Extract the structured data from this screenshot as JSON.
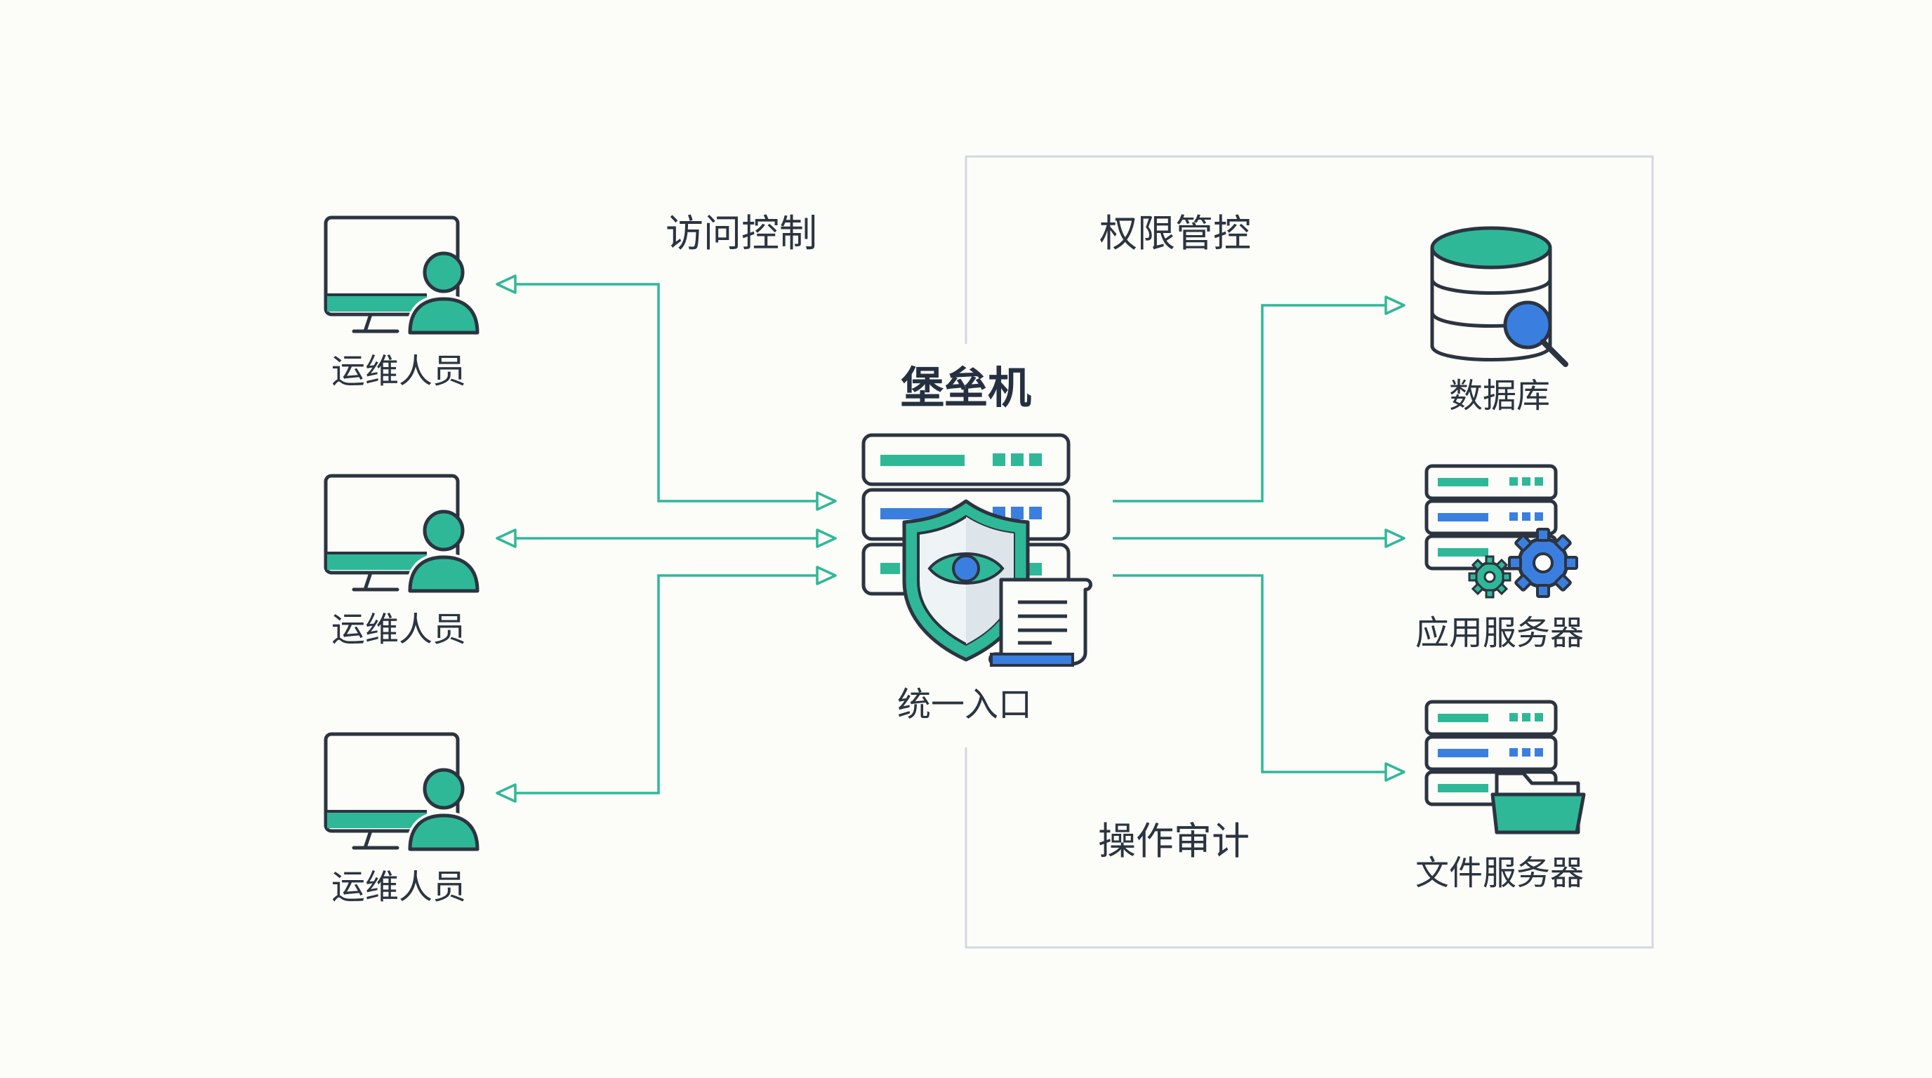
{
  "colors": {
    "accent": "#2fb898",
    "outline": "#2b3440",
    "blue": "#3a7fe0",
    "panel_border": "#d3d9df",
    "background": "#fcfcf8"
  },
  "diagram": {
    "title": "堡垒机",
    "gateway_caption": "统一入口",
    "section_access": "访问控制",
    "section_permission": "权限管控",
    "section_audit": "操作审计",
    "users": [
      {
        "label": "运维人员",
        "icon": "monitor-user-icon"
      },
      {
        "label": "运维人员",
        "icon": "monitor-user-icon"
      },
      {
        "label": "运维人员",
        "icon": "monitor-user-icon"
      }
    ],
    "targets": [
      {
        "label": "数据库",
        "icon": "database-search-icon"
      },
      {
        "label": "应用服务器",
        "icon": "server-gear-icon"
      },
      {
        "label": "文件服务器",
        "icon": "server-folder-icon"
      }
    ],
    "gateway_icon": "bastion-shield-server-icon"
  }
}
